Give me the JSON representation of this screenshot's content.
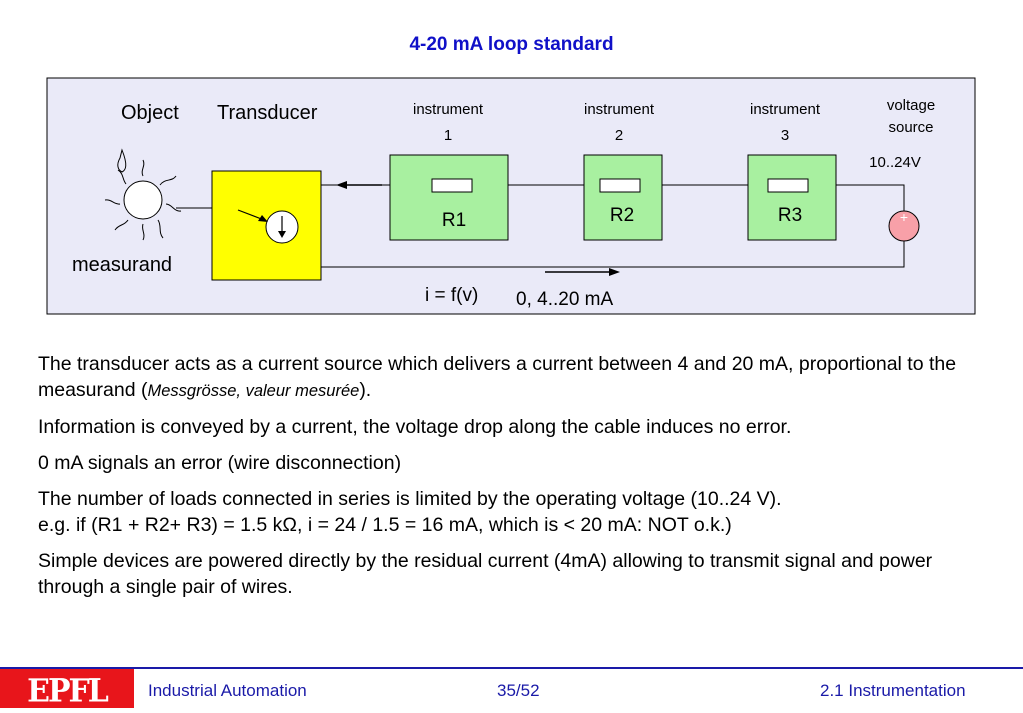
{
  "slide": {
    "title": "4-20 mA loop standard"
  },
  "diagram": {
    "object_label": "Object",
    "transducer_label": "Transducer",
    "measurand_label": "measurand",
    "instruments": [
      {
        "label": "instrument",
        "number": "1",
        "resistor": "R1"
      },
      {
        "label": "instrument",
        "number": "2",
        "resistor": "R2"
      },
      {
        "label": "instrument",
        "number": "3",
        "resistor": "R3"
      }
    ],
    "source": {
      "line1": "voltage",
      "line2": "source",
      "voltage": "10..24V",
      "plus": "+"
    },
    "current_label": "i = f(v)",
    "range_label": "0, 4..20 mA"
  },
  "text": {
    "p1_a": "The transducer acts as a current source which delivers a current between 4 and 20 mA, proportional to the measurand (",
    "p1_italic": "Messgrösse, valeur mesurée",
    "p1_b": ").",
    "p2": "Information is conveyed by a current, the voltage drop along the cable induces no error.",
    "p3": "0 mA signals an error (wire disconnection)",
    "p4_line1": "The number of loads connected in series is limited by the operating voltage (10..24 V).",
    "p4_line2": "e.g. if  (R1 + R2+ R3) = 1.5 kΩ,  i = 24 / 1.5 = 16 mA, which is < 20 mA: NOT o.k.)",
    "p5": "Simple devices are powered directly by the residual current (4mA) allowing to transmit signal and power through a single pair of wires."
  },
  "footer": {
    "logo_text": "EPFL",
    "left": "Industrial Automation",
    "center": "35/52",
    "right": "2.1 Instrumentation"
  },
  "colors": {
    "title": "#1010c8",
    "diagram_bg": "#eaeaf8",
    "instrument_fill": "#a8f0a0",
    "transducer_fill": "#ffff00",
    "source_fill": "#f8a0a8",
    "footer_line": "#1a1aa8",
    "logo_bg": "#e8151b"
  }
}
